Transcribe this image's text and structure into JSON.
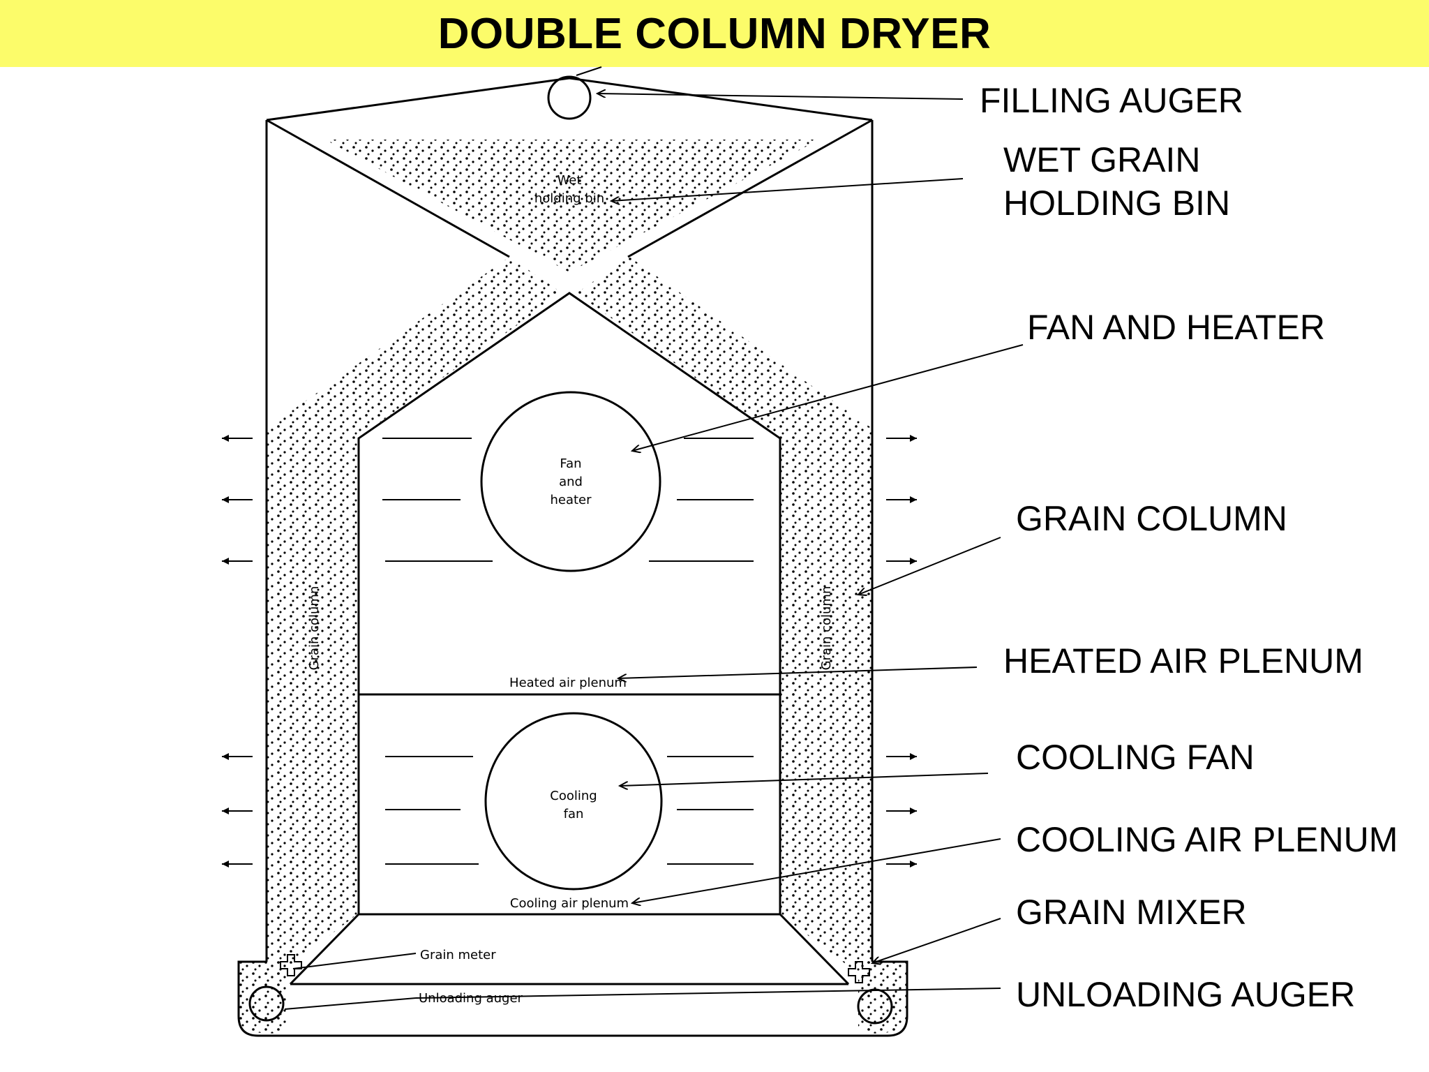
{
  "title": "DOUBLE COLUMN DRYER",
  "callouts": {
    "filling_auger": "FILLING AUGER",
    "wet_grain_line1": "WET GRAIN",
    "wet_grain_line2": "HOLDING BIN",
    "fan_heater": "FAN AND HEATER",
    "grain_column": "GRAIN COLUMN",
    "heated_plenum": "HEATED AIR PLENUM",
    "cooling_fan": "COOLING FAN",
    "cooling_plenum": "COOLING AIR PLENUM",
    "grain_mixer": "GRAIN MIXER",
    "unloading_auger": "UNLOADING AUGER"
  },
  "inner_labels": {
    "wet_line1": "Wet",
    "wet_line2": "holding bin",
    "fan_line1": "Fan",
    "fan_line2": "and",
    "fan_line3": "heater",
    "cool_line1": "Cooling",
    "cool_line2": "fan",
    "heated_plenum": "Heated air plenum",
    "cooling_plenum": "Cooling air plenum",
    "grain_column_left": "Grain column",
    "grain_column_right": "Grain column",
    "grain_meter": "Grain meter",
    "unloading_auger": "Unloading auger"
  },
  "colors": {
    "title_band": "#fcfc6a",
    "ink": "#000000"
  }
}
